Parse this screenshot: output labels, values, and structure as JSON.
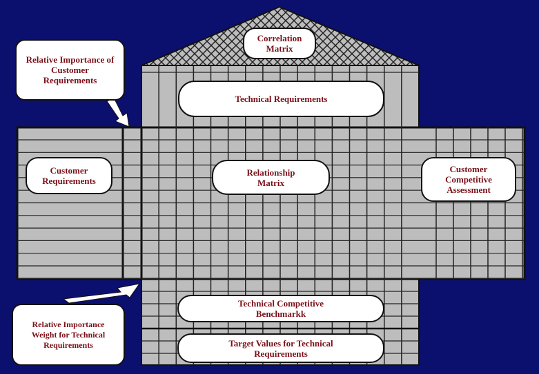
{
  "title": "House of Quality",
  "colors": {
    "background": "#0b0f6e",
    "grid_fill": "#bdbdbd",
    "label_text": "#7a1018"
  },
  "labels": {
    "correlation_matrix": "Correlation Matrix",
    "technical_requirements": "Technical Requirements",
    "customer_requirements": "Customer Requirements",
    "relationship_matrix": "Relationship Matrix",
    "customer_competitive_assessment": "Customer Competitive Assessment",
    "technical_competitive_benchmark": "Technical Competitive Benchmarkk",
    "target_values": "Target Values for Technical Requirements",
    "relative_importance_customer": "Relative Importance of Customer Requirements",
    "relative_importance_weight": "Relative Importance Weight for Technical Requirements"
  }
}
